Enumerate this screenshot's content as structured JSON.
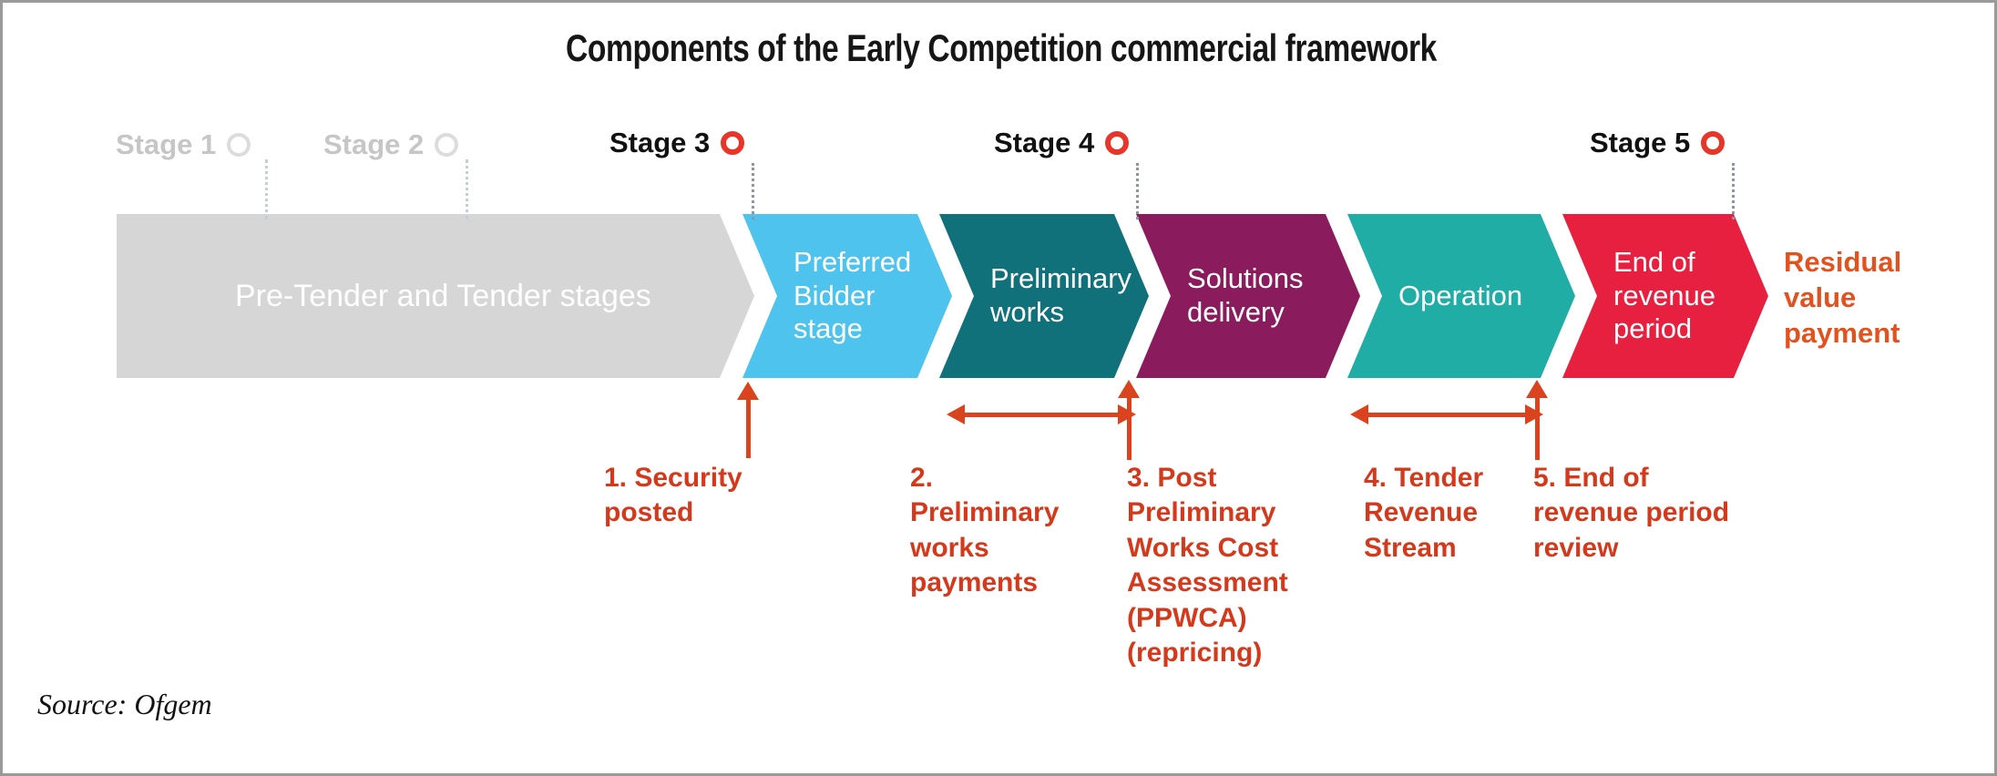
{
  "figure": {
    "title": "Components of the Early Competition commercial framework",
    "source": "Source: Ofgem"
  },
  "colors": {
    "grey": "#d6d6d6",
    "light_blue": "#4ec3ed",
    "teal_dark": "#11717a",
    "purple": "#8a1b5c",
    "teal": "#1fada5",
    "red": "#e8203f",
    "marker_red": "#e8352a",
    "callout_red": "#d4391b",
    "residual_orange": "#e2521f",
    "dim_grey": "#c6c6c6"
  },
  "stage_markers": [
    {
      "label": "Stage 1",
      "state": "dim"
    },
    {
      "label": "Stage 2",
      "state": "dim"
    },
    {
      "label": "Stage 3",
      "state": "active"
    },
    {
      "label": "Stage 4",
      "state": "active"
    },
    {
      "label": "Stage 5",
      "state": "active"
    }
  ],
  "chevrons": [
    {
      "label": "Pre-Tender and Tender stages",
      "color": "#d6d6d6"
    },
    {
      "label": "Preferred Bidder stage",
      "color": "#4ec3ed"
    },
    {
      "label": "Preliminary works",
      "color": "#11717a"
    },
    {
      "label": "Solutions delivery",
      "color": "#8a1b5c"
    },
    {
      "label": "Operation",
      "color": "#1fada5"
    },
    {
      "label": "End of revenue period",
      "color": "#e8203f"
    }
  ],
  "residual_note": "Residual value payment",
  "callouts": [
    {
      "text": "1. Security posted"
    },
    {
      "text": "2. Preliminary works payments"
    },
    {
      "text": "3. Post Preliminary Works Cost Assessment (PPWCA) (repricing)"
    },
    {
      "text": "4. Tender Revenue Stream"
    },
    {
      "text": "5. End of revenue period review"
    }
  ]
}
